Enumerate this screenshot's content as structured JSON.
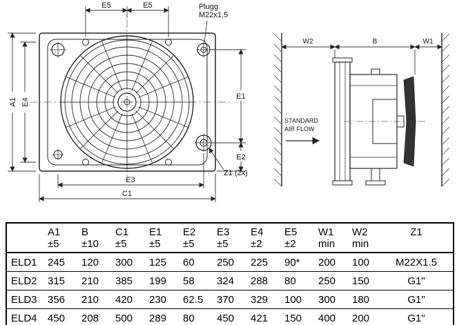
{
  "front_view": {
    "dims": {
      "e5_left": "E5",
      "e5_right": "E5",
      "a1": "A1",
      "e4": "E4",
      "e1": "E1",
      "e2": "E2",
      "e3": "E3",
      "c1": "C1"
    },
    "labels": {
      "plug_line1": "Plugg",
      "plug_line2": "M22x1,5",
      "z1": "Z1 (2x)"
    }
  },
  "side_view": {
    "dims": {
      "w2": "W2",
      "b": "B",
      "w1": "W1"
    },
    "labels": {
      "flow_line1": "STANDARD",
      "flow_line2": "AIR FLOW"
    }
  },
  "table": {
    "headers": [
      {
        "name": "",
        "tol": ""
      },
      {
        "name": "A1",
        "tol": "±5"
      },
      {
        "name": "B",
        "tol": "±10"
      },
      {
        "name": "C1",
        "tol": "±5"
      },
      {
        "name": "E1",
        "tol": "±5"
      },
      {
        "name": "E2",
        "tol": "±5"
      },
      {
        "name": "E3",
        "tol": "±5"
      },
      {
        "name": "E4",
        "tol": "±2"
      },
      {
        "name": "E5",
        "tol": "±2"
      },
      {
        "name": "W1",
        "tol": "min"
      },
      {
        "name": "W2",
        "tol": "min"
      },
      {
        "name": "Z1",
        "tol": ""
      }
    ],
    "rows": [
      {
        "model": "ELD1",
        "values": [
          "245",
          "120",
          "300",
          "125",
          "60",
          "250",
          "225",
          "90*",
          "200",
          "100",
          "M22X1.5"
        ]
      },
      {
        "model": "ELD2",
        "values": [
          "315",
          "210",
          "385",
          "199",
          "58",
          "324",
          "288",
          "80",
          "250",
          "150",
          "G1\""
        ]
      },
      {
        "model": "ELD3",
        "values": [
          "356",
          "210",
          "420",
          "230",
          "62.5",
          "370",
          "329",
          "100",
          "300",
          "180",
          "G1\""
        ]
      },
      {
        "model": "ELD4",
        "values": [
          "450",
          "208",
          "500",
          "289",
          "80",
          "450",
          "421",
          "150",
          "400",
          "200",
          "G1\""
        ]
      }
    ]
  }
}
